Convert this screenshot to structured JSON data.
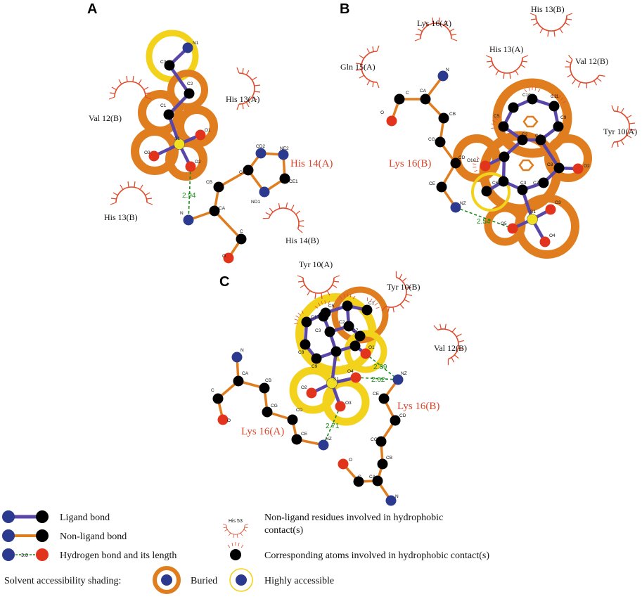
{
  "panels": {
    "a": "A",
    "b": "B",
    "c": "C"
  },
  "colors": {
    "ligand_bond": "#5a46a8",
    "nonligand_bond": "#e07e1f",
    "hbond": "#1a8a1a",
    "hydrophobic": "#e0492b",
    "buried": "#e07e1f",
    "accessible": "#f2d21b",
    "carbon": "#000000",
    "nitrogen": "#2b3a8f",
    "oxygen": "#e2341c",
    "sulfur": "#f0e020"
  },
  "panel_a": {
    "residues": {
      "his13a": "His 13(A)",
      "val12b": "Val 12(B)",
      "his14a": "His 14(A)",
      "his13b": "His 13(B)",
      "his14b": "His 14(B)"
    },
    "atoms": {
      "n1": "N1",
      "c3": "C3",
      "c2": "C2",
      "c1": "C1",
      "s1": "S1",
      "o1": "O1",
      "o2": "O2",
      "o3": "O3",
      "cb": "CB",
      "cg": "CG",
      "cd2": "CD2",
      "ne2": "NE2",
      "ce1": "CE1",
      "nd1": "ND1",
      "ca": "CA",
      "n": "N",
      "c": "C",
      "o": "O"
    },
    "hbond": "2.94"
  },
  "panel_b": {
    "residues": {
      "lys16a": "Lys 16(A)",
      "his13b": "His 13(B)",
      "gln15a": "Gln 15(A)",
      "his13a": "His 13(A)",
      "val12b": "Val 12(B)",
      "tyr10a": "Tyr 10(A)",
      "lys16b": "Lys 16(B)"
    },
    "atoms": {
      "n": "N",
      "ca": "CA",
      "c": "C",
      "o": "O",
      "cb": "CB",
      "cg": "CG",
      "cd": "CD",
      "ce": "CE",
      "nz": "NZ",
      "c10": "C10",
      "c11": "C11",
      "c5": "C5",
      "c9": "C9",
      "c2": "C2",
      "c4": "C4",
      "o1c1": "O1C1",
      "c8": "C8",
      "o2": "O2",
      "c6": "C6",
      "c3": "C3",
      "c7": "C7",
      "s1": "S1",
      "o3": "O3",
      "o5": "O5",
      "o4": "O4"
    },
    "hbond": "2.54"
  },
  "panel_c": {
    "residues": {
      "tyr10a": "Tyr 10(A)",
      "tyr10b": "Tyr 10(B)",
      "val12b": "Val 12(B)",
      "lys16b": "Lys 16(B)",
      "lys16a": "Lys 16(A)"
    },
    "atoms": {
      "c10": "C10",
      "c5": "C5",
      "c1": "C1",
      "c3": "C3",
      "c2": "C2",
      "c7": "C7",
      "c8": "C8",
      "c9": "C9",
      "o1": "O1",
      "o4": "O4",
      "o2": "O2",
      "s1": "S1",
      "o3": "O3",
      "nz": "NZ",
      "ce": "CE",
      "cd": "CD",
      "cg": "CG",
      "cb": "CB",
      "ca": "CA",
      "c": "C",
      "o": "O",
      "n": "N"
    },
    "hbond1": "2.89",
    "hbond2": "2.62",
    "hbond3": "2.71"
  },
  "legend": {
    "ligand_bond": "Ligand bond",
    "nonligand_bond": "Non-ligand bond",
    "hbond": "Hydrogen bond and its length",
    "hbond_sample": "3.0",
    "residue_sample": "His 53",
    "residue_desc_1": "Non-ligand residues involved in hydrophobic",
    "residue_desc_2": "contact(s)",
    "atoms_desc": "Corresponding atoms involved in hydrophobic contact(s)",
    "shading": "Solvent accessibility shading:",
    "buried": "Buried",
    "accessible": "Highly accessible"
  }
}
